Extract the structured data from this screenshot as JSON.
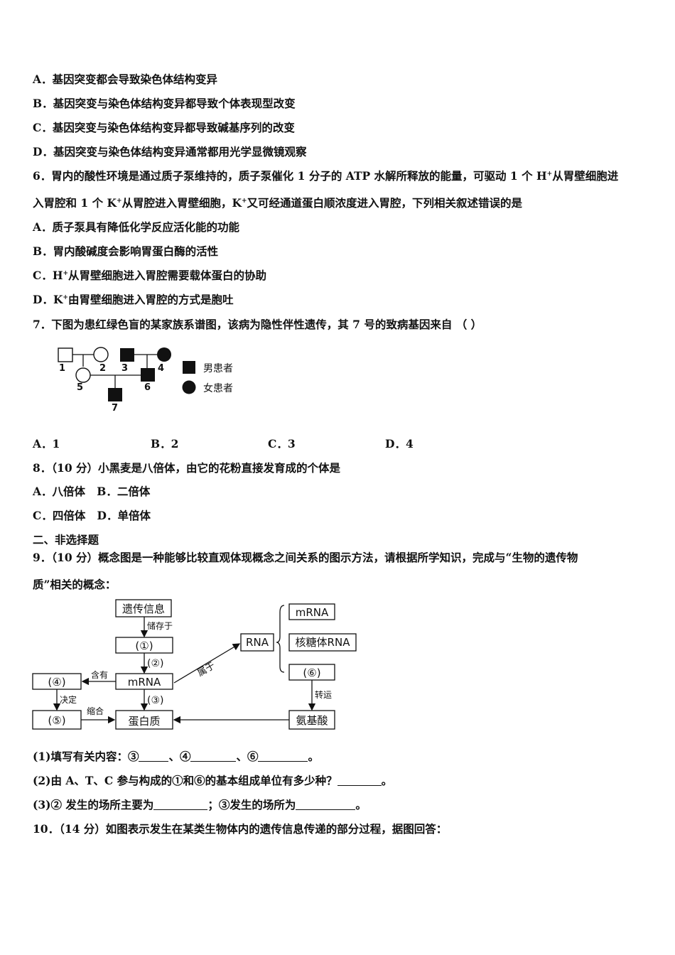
{
  "q5": {
    "options": [
      "A．基因突变都会导致染色体结构变异",
      "B．基因突变与染色体结构变异都导致个体表现型改变",
      "C．基因突变与染色体结构变异都导致碱基序列的改变",
      "D．基因突变与染色体结构变异通常都用光学显微镜观察"
    ]
  },
  "q6": {
    "stem_a": "6．胃内的酸性环境是通过质子泵维持的，质子泵催化 1 分子的 ATP 水解所释放的能量，可驱动 1 个 H",
    "stem_b": "从胃壁细胞进",
    "stem_c": "入胃腔和 1 个 K",
    "stem_d": "从胃腔进入胃壁细胞，K",
    "stem_e": "又可经通道蛋白顺浓度进入胃腔，下列相关叙述错误的是",
    "sup_plus": "+",
    "opt_a": "A．质子泵具有降低化学反应活化能的功能",
    "opt_b": "B．胃内酸碱度会影响胃蛋白酶的活性",
    "opt_c_pre": "C．H",
    "opt_c_post": "从胃壁细胞进入胃腔需要载体蛋白的协助",
    "opt_d_pre": "D．K",
    "opt_d_post": "由胃壁细胞进入胃腔的方式是胞吐"
  },
  "q7": {
    "stem": "7．下图为患红绿色盲的某家族系谱图，该病为隐性伴性遗传，其 7 号的致病基因来自 （    ）",
    "pedigree": {
      "numbers": [
        "1",
        "2",
        "3",
        "4",
        "5",
        "6",
        "7"
      ],
      "legend_male": "男患者",
      "legend_female": "女患者"
    },
    "options": [
      "A．1",
      "B．2",
      "C．3",
      "D．4"
    ]
  },
  "q8": {
    "stem": "8．（10 分）小黑麦是八倍体，由它的花粉直接发育成的个体是",
    "row1": "A．八倍体   B．二倍体",
    "row2": "C．四倍体   D．单倍体"
  },
  "section2": {
    "title": "二、非选择题"
  },
  "q9": {
    "stem_1": "9．（10 分）概念图是一种能够比较直观体现概念之间关系的图示方法，请根据所学知识，完成与“生物的遗传物",
    "stem_2": "质”相关的概念：",
    "diagram": {
      "genetic_info": "遗传信息",
      "stored_in": "储存于",
      "box1": "(①)",
      "step2": "(②)",
      "mrna": "mRNA",
      "contains": "含有",
      "box4": "(④)",
      "determines": "决定",
      "box5": "(⑤)",
      "condense": "缩合",
      "step3": "(③)",
      "protein": "蛋白质",
      "belongs_to": "属于",
      "rna": "RNA",
      "mrna_right": "mRNA",
      "rrna": "核糖体RNA",
      "box6": "(⑥)",
      "transport": "转运",
      "amino_acid": "氨基酸"
    },
    "sub1_pre": "(1)填写有关内容：③",
    "sub1_sep1": "、④",
    "sub1_sep2": "、⑥",
    "sub1_end": "。",
    "sub2_pre": "(2)由 A、T、C 参与构成的①和⑥的基本组成单位有多少种？",
    "sub2_end": "。",
    "sub3_pre": "(3)② 发生的场所主要为",
    "sub3_mid": "；③发生的场所为",
    "sub3_end": "。"
  },
  "q10": {
    "stem": "10．（14 分）如图表示发生在某类生物体内的遗传信息传递的部分过程，据图回答："
  }
}
